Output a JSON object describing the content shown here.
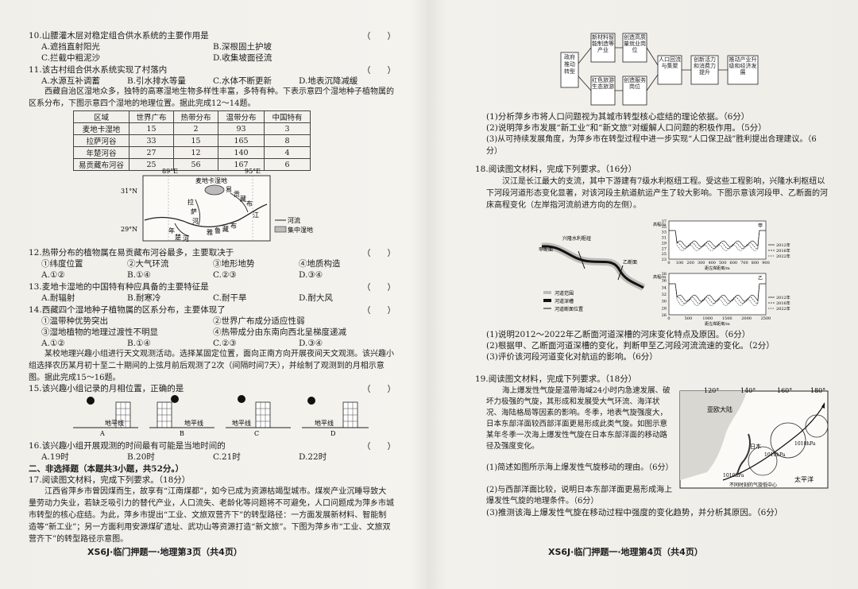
{
  "left": {
    "q10": {
      "stem": "10.山腰灌木层对稳定组合供水系统的主要作用是",
      "paren": "（　　）",
      "A": "A.遮挡直射阳光",
      "B": "B.深根固土护坡",
      "C": "C.拦截中粗泥沙",
      "D": "D.收集坡面径流"
    },
    "q11": {
      "stem": "11.该古村组合供水系统实现了村落内",
      "paren": "（　　）",
      "A": "A.水源互补调蓄",
      "B": "B.引水排水等量",
      "C": "C.水体不断更新",
      "D": "D.地表沉降减缓"
    },
    "intro1": "西藏自治区湿地众多，独特的高寒湿地生物多样性丰富，多特有种。下表示意四个湿地种子植物属的区系分布，下图示意四个湿地的地理位置。据此完成12～14题。",
    "table": {
      "headers": [
        "区域",
        "世界广布",
        "热带分布",
        "温带分布",
        "中国特有"
      ],
      "rows": [
        [
          "麦地卡湿地",
          "15",
          "2",
          "93",
          "3"
        ],
        [
          "拉萨河谷",
          "33",
          "15",
          "165",
          "8"
        ],
        [
          "年楚河谷",
          "27",
          "12",
          "140",
          "4"
        ],
        [
          "易贡藏布河谷",
          "25",
          "56",
          "167",
          "6"
        ]
      ]
    },
    "map": {
      "lon1": "89°E",
      "lon2": "95°E",
      "lat1": "31°N",
      "lat2": "29°N",
      "wetland": "麦地卡湿地",
      "legend_river": "河流",
      "legend_wetland": "集中湿地",
      "labels": [
        "拉",
        "萨",
        "河",
        "年",
        "楚",
        "河",
        "易",
        "贡",
        "藏",
        "布",
        "雅",
        "鲁",
        "藏",
        "布",
        "江"
      ]
    },
    "q12": {
      "stem": "12.热带分布的植物属在易贡藏布河谷最多，主要取决于",
      "paren": "（　　）",
      "o1": "①纬度位置",
      "o2": "②大气环流",
      "o3": "③地形地势",
      "o4": "④地质构造",
      "A": "A.①②",
      "B": "B.①④",
      "C": "C.②③",
      "D": "D.③④"
    },
    "q13": {
      "stem": "13.麦地卡湿地的中国特有种应具备的主要特征是",
      "paren": "（　　）",
      "A": "A.耐辐射",
      "B": "B.耐寒冷",
      "C": "C.耐干旱",
      "D": "D.耐大风"
    },
    "q14": {
      "stem": "14.西藏四个湿地种子植物属的区系分布，主要体现了",
      "paren": "（　　）",
      "o1": "①温带种优势突出",
      "o2": "②世界广布成分适应性弱",
      "o3": "③湿地植物的地理过渡性不明显",
      "o4": "④热带成分由东南向西北呈梯度递减",
      "A": "A.①②",
      "B": "B.①④",
      "C": "C.②③",
      "D": "D.③④"
    },
    "intro2": "某校地理兴趣小组进行天文观测活动。选择某固定位置，面向正南方向开展夜间天文观测。该兴趣小组选择农历某月初十至二十期间的上弦月前后观测了2次（间隔时间7天），并绘制了观测到的月相示意图。据此完成15～16题。",
    "q15": {
      "stem": "15.该兴趣小组记录的月相位置，正确的是",
      "paren": "（　　）",
      "A": "A",
      "B": "B",
      "C": "C",
      "D": "D",
      "horizon": "地平线"
    },
    "q16": {
      "stem": "16.该兴趣小组开展观测的时间最有可能是当地时间的",
      "paren": "（　　）",
      "A": "A.19时",
      "B": "B.20时",
      "C": "C.21时",
      "D": "D.22时"
    },
    "section2": "二、非选择题（本题共3小题，共52分。）",
    "q17": {
      "stem": "17.阅读图文材料，完成下列要求。（18分）",
      "text": "江西省萍乡市曾因煤而生，故享有“江南煤都”，如今已成为资源枯竭型城市。煤炭产业沉睡导致大量劳动力失业，若缺乏吸引力的替代产业，人口流失、老龄化等问题将不可避免，人口问题成为萍乡市城市转型的核心症结。为此，萍乡市提出“工业、文旅双营齐下”的转型路径：一方面发展新材料、智能制造等“新工业”；另一方面利用安源煤矿遗址、武功山等资源打造“新文旅”。下图为萍乡市“工业、文旅双营齐下”的转型路径示意图。"
    },
    "footer": "XS6J·临门押题一·地理第3页（共4页）"
  },
  "right": {
    "flow": {
      "gov": "政府推动转型",
      "b1": "新材料智能制造等产业",
      "b2": "创造高质量就业岗位",
      "b3": "红色旅游生态旅游",
      "b4": "创造服务岗位",
      "b5": "人口回流与集聚",
      "b6": "创新活力和消费力提升",
      "b7": "推动产业升级和经济发展"
    },
    "q17sub": [
      "(1)分析萍乡市将人口问题视为其城市转型核心症结的理论依据。（6分）",
      "(2)说明萍乡市发展“新工业”和“新文旅”对缓解人口问题的积极作用。（5分）",
      "(3)从可持续发展角度，为萍乡市在转型过程中进一步实现“人口保卫战”胜利提出合理建议。（6分）"
    ],
    "q18": {
      "stem": "18.阅读图文材料，完成下列要求。（16分）",
      "text": "汉江是长江最大的支流，其中下游建有7级水利枢纽工程。受这些工程影响，兴隆水利枢纽以下河段河道形态变化显著，对该河段主航道航运产生了较大影响。下图示意该河段甲、乙断面的河床高程变化（左岸指河流前进方向的左侧）。"
    },
    "chart1": {
      "ylabel": "高程/m",
      "xlabel": "距左岸距离/m",
      "yticks": [
        "37",
        "35",
        "33",
        "31",
        "29",
        "27",
        "25",
        "23"
      ],
      "xticks": [
        "0",
        "100",
        "200",
        "300",
        "400",
        "500",
        "600",
        "700",
        "800",
        "900"
      ],
      "legend": [
        "2012年",
        "2016年",
        "2022年"
      ],
      "tag": "甲"
    },
    "chart2": {
      "ylabel": "高程/m",
      "xlabel": "距左岸距离/m",
      "yticks": [
        "38",
        "36",
        "34",
        "32",
        "30",
        "28",
        "26"
      ],
      "xticks": [
        "0",
        "500",
        "1000",
        "1500",
        "2000",
        "2500"
      ],
      "legend": [
        "2012年",
        "2016年",
        "2022年"
      ],
      "tag": "乙"
    },
    "rivermap": {
      "label1": "兴隆水利枢纽",
      "label2": "甲断面",
      "label3": "乙断面",
      "leg1": "河道范围",
      "leg2": "河道深槽",
      "leg3": "河道断面位置"
    },
    "q18sub": [
      "(1)说明2012～2022年乙断面河道深槽的河床变化特点及原因。（6分）",
      "(2)根据甲、乙断面河道深槽的变化，判断甲至乙河段河流流速的变化。（2分）",
      "(3)评价该河段河道变化对航运的影响。（6分）"
    ],
    "q19": {
      "stem": "19.阅读图文材料，完成下列要求。（18分）",
      "text": "海上爆发性气旋是温带海域24小时内急速发展、破坏力极强的气旋，其形成和发展受大气环流、海洋状况、海陆格局等因素的影响。冬季，地表气旋强度大，日本东部洋面较西部洋面更易形成此类气旋。如图示意某年冬季一次海上爆发性气旋在日本东部洋面的移动路径及强度变化。"
    },
    "map2": {
      "lon": [
        "120°",
        "140°",
        "160°",
        "180°"
      ],
      "continent": "亚欧大陆",
      "ocean": "太平洋",
      "japan": "日本",
      "p1": "1010hPa",
      "p2": "1010hPa",
      "p3": "1010hPa",
      "legend": "不同时刻的气旋低中心"
    },
    "q19sub": [
      "(1)简述如图所示海上爆发性气旋移动的理由。（6分）",
      "(2)与西部洋面比较，说明日本东部洋面更易形成海上爆发性气旋的地理条件。（6分）",
      "(3)推测该海上爆发性气旋在移动过程中强度的变化趋势，并分析其原因。（6分）"
    ],
    "footer": "XS6J·临门押题一·地理第4页（共4页）"
  }
}
